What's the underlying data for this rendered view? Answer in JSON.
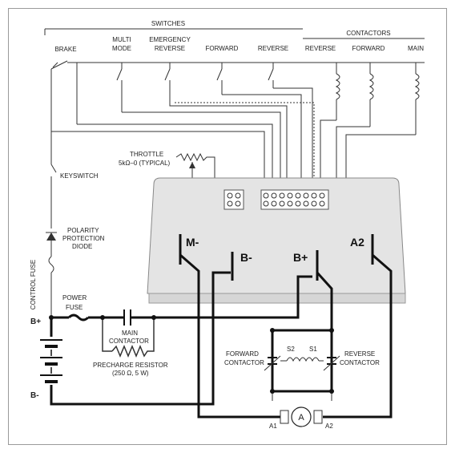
{
  "headers": {
    "switches": "SWITCHES",
    "contactors": "CONTACTORS"
  },
  "switch_labels": {
    "brake": "BRAKE",
    "multi_mode_1": "MULTI",
    "multi_mode_2": "MODE",
    "emergency_reverse_1": "EMERGENCY",
    "emergency_reverse_2": "REVERSE",
    "forward": "FORWARD",
    "reverse": "REVERSE"
  },
  "contactor_labels": {
    "reverse": "REVERSE",
    "forward": "FORWARD",
    "main": "MAIN"
  },
  "throttle": {
    "line1": "THROTTLE",
    "line2": "5kΩ–0  (TYPICAL)"
  },
  "left_components": {
    "keyswitch": "KEYSWITCH",
    "polarity_1": "POLARITY",
    "polarity_2": "PROTECTION",
    "polarity_3": "DIODE",
    "control_fuse": "CONTROL FUSE",
    "power_fuse_1": "POWER",
    "power_fuse_2": "FUSE"
  },
  "terminals": {
    "m_minus": "M-",
    "b_minus": "B-",
    "b_plus": "B+",
    "a2": "A2"
  },
  "battery": {
    "positive": "B+",
    "negative": "B-"
  },
  "main_contactor": {
    "line1": "MAIN",
    "line2": "CONTACTOR"
  },
  "precharge": {
    "line1": "PRECHARGE RESISTOR",
    "line2": "(250 Ω, 5 W)"
  },
  "motor_contactors": {
    "forward_1": "FORWARD",
    "forward_2": "CONTACTOR",
    "reverse_1": "REVERSE",
    "reverse_2": "CONTACTOR",
    "s1": "S1",
    "s2": "S2"
  },
  "motor": {
    "symbol": "A",
    "a1": "A1",
    "a2": "A2"
  }
}
